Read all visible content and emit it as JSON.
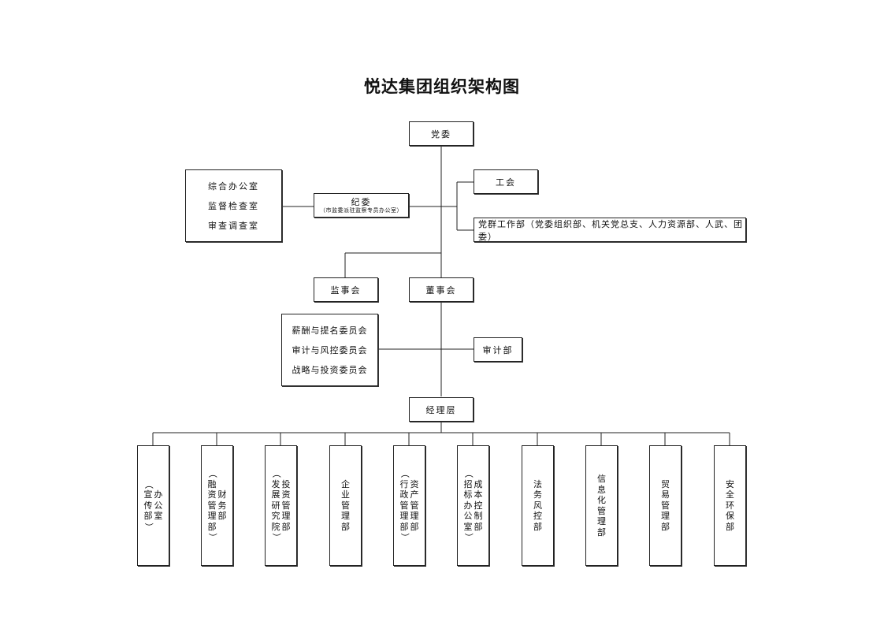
{
  "title": "悦达集团组织架构图",
  "nodes": {
    "party_committee": "党委",
    "union": "工会",
    "party_work_dept": "党群工作部（党委组织部、机关党总支、人力资源部、人武、团委）",
    "discipline": "纪委",
    "discipline_sub": "（市监委派驻监察专员办公室）",
    "discipline_offices": [
      "综合办公室",
      "监督检查室",
      "审查调查室"
    ],
    "supervisory_board": "监事会",
    "board": "董事会",
    "committees": [
      "薪酬与提名委员会",
      "审计与风控委员会",
      "战略与投资委员会"
    ],
    "audit_dept": "审计部",
    "management": "经理层"
  },
  "departments": [
    {
      "label": "办公室（宣传部）"
    },
    {
      "label": "财务部（融资管理部）"
    },
    {
      "label": "投资管理部（发展研究院）"
    },
    {
      "label": "企业管理部"
    },
    {
      "label": "资产管理部（行政管理部）"
    },
    {
      "label": "成本控制部（招标办公室）"
    },
    {
      "label": "法务风控部"
    },
    {
      "label": "信息化管理部"
    },
    {
      "label": "贸易管理部"
    },
    {
      "label": "安全环保部"
    }
  ]
}
